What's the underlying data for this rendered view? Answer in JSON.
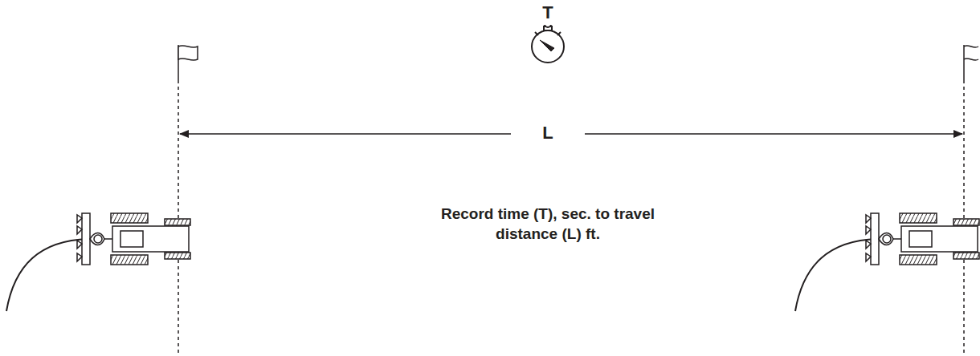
{
  "diagram": {
    "labels": [
      "T",
      "L",
      "Record time (T), sec. to travel distance (L) ft."
    ]
  }
}
